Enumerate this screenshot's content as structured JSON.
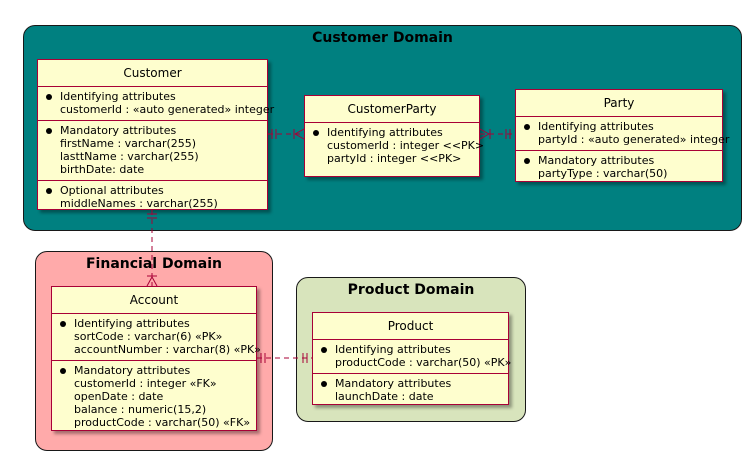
{
  "colors": {
    "customer_domain_bg": "#008080",
    "financial_domain_bg": "#ffaaaa",
    "product_domain_bg": "#d8e4bc",
    "entity_bg": "#fefece",
    "entity_border": "#a80036"
  },
  "domains": {
    "customer": {
      "title": "Customer Domain"
    },
    "financial": {
      "title": "Financial Domain"
    },
    "product": {
      "title": "Product Domain"
    }
  },
  "entities": {
    "customer": {
      "title": "Customer",
      "sections": [
        {
          "heading": "Identifying attributes",
          "attrs": [
            "customerId : «auto generated» integer"
          ]
        },
        {
          "heading": "Mandatory attributes",
          "attrs": [
            "firstName : varchar(255)",
            "lasttName : varchar(255)",
            "birthDate: date"
          ]
        },
        {
          "heading": "Optional attributes",
          "attrs": [
            "middleNames : varchar(255)"
          ]
        }
      ]
    },
    "customer_party": {
      "title": "CustomerParty",
      "sections": [
        {
          "heading": "Identifying attributes",
          "attrs": [
            "customerId : integer <<PK>",
            "partyId : integer <<PK>"
          ]
        }
      ]
    },
    "party": {
      "title": "Party",
      "sections": [
        {
          "heading": "Identifying attributes",
          "attrs": [
            "partyId : «auto generated» integer"
          ]
        },
        {
          "heading": "Mandatory attributes",
          "attrs": [
            "partyType : varchar(50)"
          ]
        }
      ]
    },
    "account": {
      "title": "Account",
      "sections": [
        {
          "heading": "Identifying attributes",
          "attrs": [
            "sortCode : varchar(6) «PK»",
            "accountNumber : varchar(8) «PK»"
          ]
        },
        {
          "heading": "Mandatory attributes",
          "attrs": [
            "customerId : integer «FK»",
            "openDate : date",
            "balance : numeric(15,2)",
            "productCode : varchar(50) «FK»"
          ]
        }
      ]
    },
    "product": {
      "title": "Product",
      "sections": [
        {
          "heading": "Identifying attributes",
          "attrs": [
            "productCode : varchar(50) «PK»"
          ]
        },
        {
          "heading": "Mandatory attributes",
          "attrs": [
            "launchDate : date"
          ]
        }
      ]
    }
  }
}
